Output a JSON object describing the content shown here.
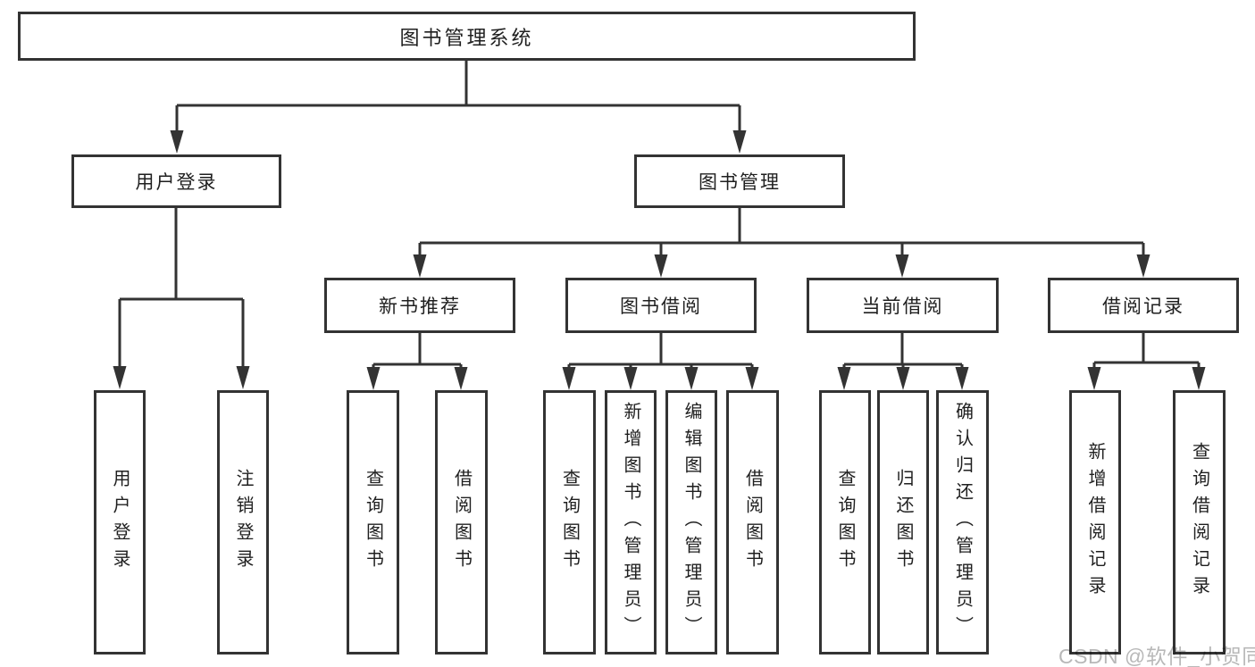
{
  "tree": {
    "root": "图书管理系统",
    "branches": [
      {
        "label": "用户登录",
        "children": [
          "用户登录",
          "注销登录"
        ]
      },
      {
        "label": "图书管理",
        "sections": [
          {
            "label": "新书推荐",
            "children": [
              "查询图书",
              "借阅图书"
            ]
          },
          {
            "label": "图书借阅",
            "children": [
              "查询图书",
              "新增图书（管理员）",
              "编辑图书（管理员）",
              "借阅图书"
            ]
          },
          {
            "label": "当前借阅",
            "children": [
              "查询图书",
              "归还图书",
              "确认归还（管理员）"
            ]
          },
          {
            "label": "借阅记录",
            "children": [
              "新增借阅记录",
              "查询借阅记录"
            ]
          }
        ]
      }
    ]
  },
  "watermark": {
    "text": "CSDN @软件_小贺同学"
  },
  "colors": {
    "line": "#333333",
    "text": "#1f1f1f",
    "watermark": "#b8b8b8",
    "background": "#ffffff"
  }
}
